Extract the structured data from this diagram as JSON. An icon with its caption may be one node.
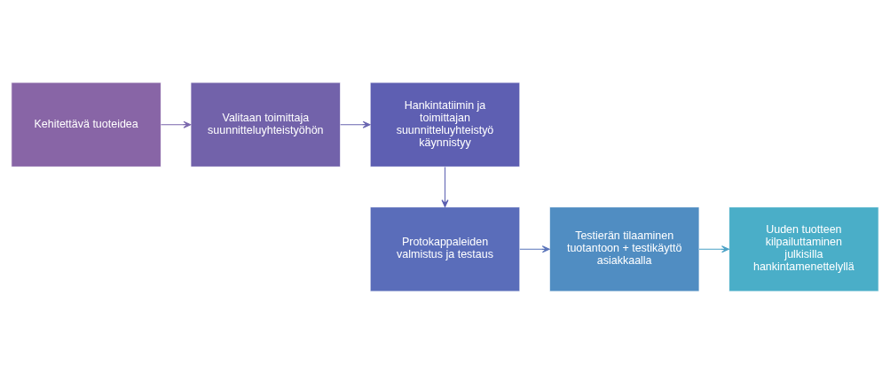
{
  "diagram": {
    "nodes": [
      {
        "text": [
          "Kehitettävä tuoteidea"
        ]
      },
      {
        "text": [
          "Valitaan toimittaja suunnitteluyhteistyöhön"
        ]
      },
      {
        "text": [
          "Hankintatiimin ja toimittajan suunnitteluyhteistyö käynnistyy"
        ]
      },
      {
        "text": [
          "Protokappaleiden valmistus ja testaus"
        ]
      },
      {
        "text": [
          "Testierän tilaaminen tuotantoon + testikäyttö asiakkaalla"
        ]
      },
      {
        "text": [
          "Uuden tuotteen kilpailuttaminen julkisilla hankintamenettelyllä"
        ]
      }
    ],
    "edges": [
      {
        "from": 0,
        "to": 1,
        "arrow": "to"
      },
      {
        "from": 1,
        "to": 2,
        "arrow": "to"
      },
      {
        "from": 2,
        "to": 3,
        "arrow": "to"
      },
      {
        "from": 3,
        "to": 4,
        "arrow": "to"
      },
      {
        "from": 4,
        "to": 5,
        "arrow": "to"
      }
    ]
  }
}
